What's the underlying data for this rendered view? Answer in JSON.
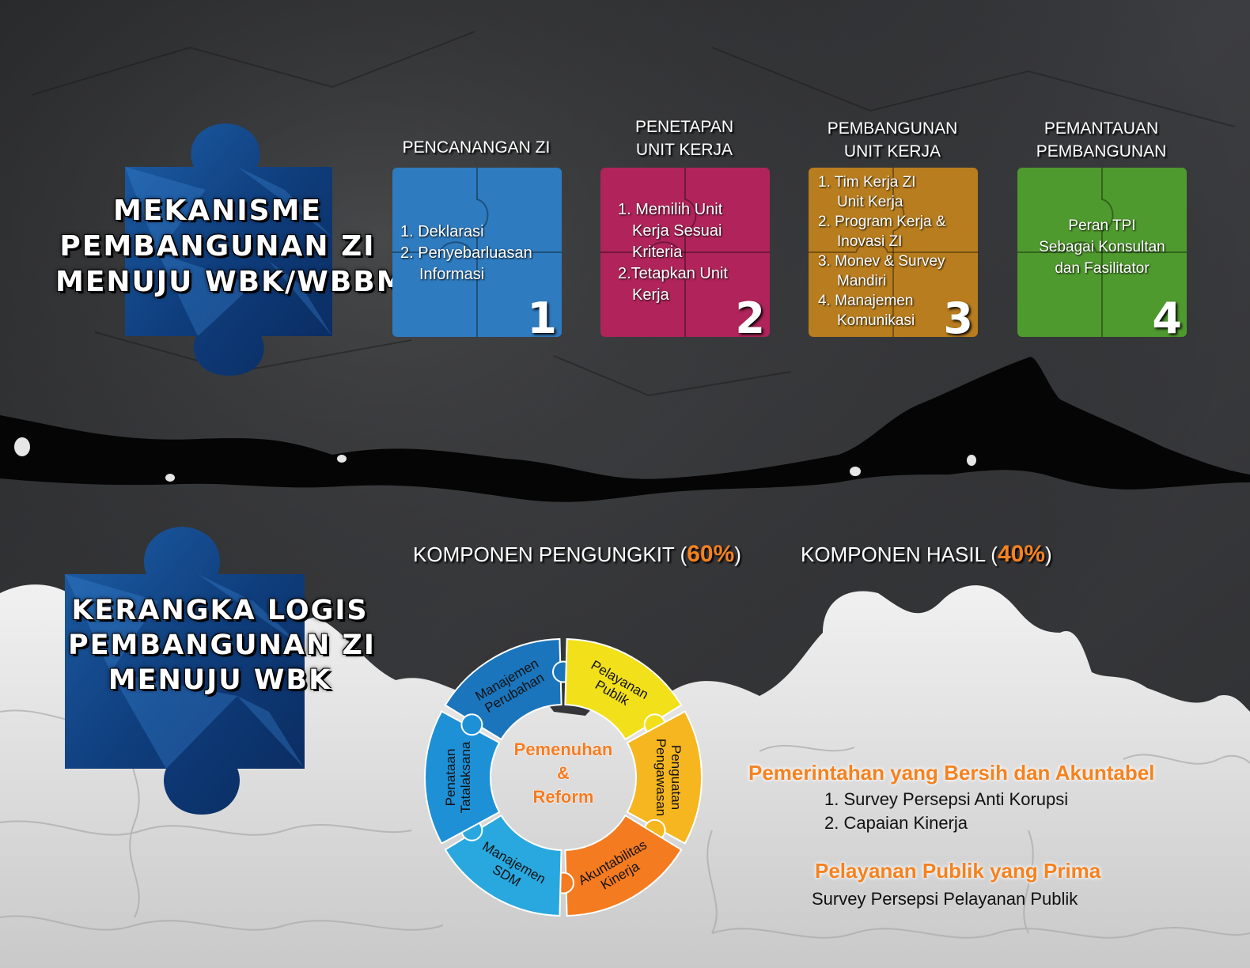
{
  "section1": {
    "title_lines": [
      "MEKANISME",
      "PEMBANGUNAN ZI",
      "MENUJU WBK/WBBM"
    ],
    "steps": [
      {
        "title_lines": [
          "PENCANANGAN ZI"
        ],
        "items": [
          "1. Deklarasi",
          "2. Penyebarluasan",
          "Informasi"
        ],
        "number": "1",
        "color": "#2f7bbf"
      },
      {
        "title_lines": [
          "PENETAPAN",
          "UNIT KERJA"
        ],
        "items": [
          "1. Memilih Unit",
          "Kerja Sesuai",
          "Kriteria",
          "2.Tetapkan Unit",
          "Kerja"
        ],
        "number": "2",
        "color": "#b0245b"
      },
      {
        "title_lines": [
          "PEMBANGUNAN",
          "UNIT KERJA"
        ],
        "items": [
          "1. Tim Kerja ZI",
          "Unit Kerja",
          "2. Program Kerja &",
          "Inovasi ZI",
          "3. Monev & Survey",
          "Mandiri",
          "4. Manajemen",
          "Komunikasi"
        ],
        "number": "3",
        "color": "#b87d1e"
      },
      {
        "title_lines": [
          "PEMANTAUAN",
          "PEMBANGUNAN"
        ],
        "items": [
          "Peran TPI",
          "Sebagai Konsultan",
          "dan Fasilitator"
        ],
        "number": "4",
        "color": "#4f9a2e"
      }
    ]
  },
  "section2": {
    "title_lines": [
      "KERANGKA LOGIS",
      "PEMBANGUNAN ZI",
      "MENUJU WBK"
    ],
    "komponen_pengungkit": {
      "label": "KOMPONEN PENGUNGKIT (",
      "pct": "60%",
      "close": ")"
    },
    "komponen_hasil": {
      "label": "KOMPONEN HASIL (",
      "pct": "40%",
      "close": ")"
    },
    "cycle_center": [
      "Pemenuhan",
      "&",
      "Reform"
    ],
    "cycle_segments": [
      {
        "lines": [
          "Manajemen",
          "Perubahan"
        ],
        "color": "#1b75bc"
      },
      {
        "lines": [
          "Pelayanan",
          "Publik"
        ],
        "color": "#f2e01b"
      },
      {
        "lines": [
          "Penguatan",
          "Pengawasan"
        ],
        "color": "#f6b61f"
      },
      {
        "lines": [
          "Akuntabilitas",
          "Kinerja"
        ],
        "color": "#f47b20"
      },
      {
        "lines": [
          "Manajemen",
          "SDM"
        ],
        "color": "#29a8df"
      },
      {
        "lines": [
          "Penataan",
          "Tatalaksana"
        ],
        "color": "#1e90d6"
      }
    ],
    "results": {
      "head1": "Pemerintahan yang Bersih dan Akuntabel",
      "items1": [
        "1. Survey Persepsi Anti Korupsi",
        "2. Capaian Kinerja"
      ],
      "head2": "Pelayanan Publik yang Prima",
      "items2": [
        "Survey Persepsi Pelayanan Publik"
      ]
    }
  }
}
